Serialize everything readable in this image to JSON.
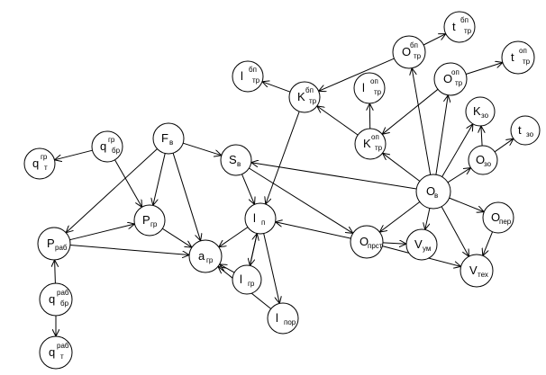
{
  "diagram": {
    "nodes": [
      {
        "id": "q_gr_t",
        "base": "q",
        "sup": "гр",
        "sub": "т"
      },
      {
        "id": "q_gr_br",
        "base": "q",
        "sup": "гр",
        "sub": "бр"
      },
      {
        "id": "F_v",
        "base": "F",
        "sup": "",
        "sub": "в"
      },
      {
        "id": "S_v",
        "base": "S",
        "sup": "",
        "sub": "в"
      },
      {
        "id": "P_rab",
        "base": "P",
        "sup": "",
        "sub": "раб"
      },
      {
        "id": "P_gr",
        "base": "P",
        "sup": "",
        "sub": "гр"
      },
      {
        "id": "a_gr",
        "base": "a",
        "sup": "",
        "sub": "гр"
      },
      {
        "id": "l_n",
        "base": "l",
        "sup": "",
        "sub": "п"
      },
      {
        "id": "l_gr",
        "base": "l",
        "sup": "",
        "sub": "гр"
      },
      {
        "id": "l_por",
        "base": "l",
        "sup": "",
        "sub": "пор"
      },
      {
        "id": "q_rab_br",
        "base": "q",
        "sup": "раб",
        "sub": "бр"
      },
      {
        "id": "q_rab_t",
        "base": "q",
        "sup": "раб",
        "sub": "т"
      },
      {
        "id": "l_bp_tr",
        "base": "l",
        "sup": "бп",
        "sub": "тр"
      },
      {
        "id": "K_bp_tr",
        "base": "K",
        "sup": "бп",
        "sub": "тр"
      },
      {
        "id": "O_bp_tr",
        "base": "O",
        "sup": "бп",
        "sub": "тр"
      },
      {
        "id": "t_bp_tr",
        "base": "t",
        "sup": "бп",
        "sub": "тр"
      },
      {
        "id": "O_op_tr",
        "base": "O",
        "sup": "оп",
        "sub": "тр"
      },
      {
        "id": "t_op_tr",
        "base": "t",
        "sup": "оп",
        "sub": "тр"
      },
      {
        "id": "l_op_tr",
        "base": "l",
        "sup": "оп",
        "sub": "тр"
      },
      {
        "id": "K_op_tr",
        "base": "K",
        "sup": "оп",
        "sub": "тр"
      },
      {
        "id": "K_zo",
        "base": "K",
        "sup": "",
        "sub": "зо"
      },
      {
        "id": "t_zo",
        "base": "t",
        "sup": "",
        "sub": "зо"
      },
      {
        "id": "O_zo",
        "base": "O",
        "sup": "",
        "sub": "зо"
      },
      {
        "id": "O_v",
        "base": "O",
        "sup": "",
        "sub": "в"
      },
      {
        "id": "O_per",
        "base": "O",
        "sup": "",
        "sub": "пер"
      },
      {
        "id": "O_prst",
        "base": "O",
        "sup": "",
        "sub": "прст"
      },
      {
        "id": "V_ym",
        "base": "V",
        "sup": "",
        "sub": "ум"
      },
      {
        "id": "V_tex",
        "base": "V",
        "sup": "",
        "sub": "тех"
      }
    ],
    "edges": [
      {
        "from": "q_gr_br",
        "to": "q_gr_t"
      },
      {
        "from": "q_gr_br",
        "to": "P_gr"
      },
      {
        "from": "F_v",
        "to": "P_rab"
      },
      {
        "from": "F_v",
        "to": "P_gr"
      },
      {
        "from": "F_v",
        "to": "a_gr"
      },
      {
        "from": "F_v",
        "to": "S_v"
      },
      {
        "from": "P_rab",
        "to": "P_gr"
      },
      {
        "from": "P_rab",
        "to": "a_gr"
      },
      {
        "from": "P_gr",
        "to": "a_gr"
      },
      {
        "from": "q_rab_br",
        "to": "P_rab"
      },
      {
        "from": "q_rab_br",
        "to": "q_rab_t"
      },
      {
        "from": "S_v",
        "to": "l_n"
      },
      {
        "from": "S_v",
        "to": "O_prst"
      },
      {
        "from": "O_v",
        "to": "S_v"
      },
      {
        "from": "l_n",
        "to": "a_gr"
      },
      {
        "from": "l_n",
        "to": "l_gr"
      },
      {
        "from": "l_gr",
        "to": "l_n"
      },
      {
        "from": "l_n",
        "to": "l_por"
      },
      {
        "from": "l_gr",
        "to": "a_gr"
      },
      {
        "from": "l_por",
        "to": "a_gr"
      },
      {
        "from": "K_bp_tr",
        "to": "l_bp_tr"
      },
      {
        "from": "K_bp_tr",
        "to": "l_n"
      },
      {
        "from": "O_bp_tr",
        "to": "K_bp_tr"
      },
      {
        "from": "O_bp_tr",
        "to": "t_bp_tr"
      },
      {
        "from": "O_v",
        "to": "O_bp_tr"
      },
      {
        "from": "O_op_tr",
        "to": "t_op_tr"
      },
      {
        "from": "O_op_tr",
        "to": "K_op_tr"
      },
      {
        "from": "O_v",
        "to": "O_op_tr"
      },
      {
        "from": "K_op_tr",
        "to": "l_op_tr"
      },
      {
        "from": "K_op_tr",
        "to": "K_bp_tr"
      },
      {
        "from": "O_v",
        "to": "K_op_tr"
      },
      {
        "from": "O_v",
        "to": "K_zo"
      },
      {
        "from": "O_v",
        "to": "O_zo"
      },
      {
        "from": "O_zo",
        "to": "K_zo"
      },
      {
        "from": "O_zo",
        "to": "t_zo"
      },
      {
        "from": "O_v",
        "to": "O_per"
      },
      {
        "from": "O_v",
        "to": "O_prst"
      },
      {
        "from": "O_v",
        "to": "V_ym"
      },
      {
        "from": "O_v",
        "to": "V_tex"
      },
      {
        "from": "O_prst",
        "to": "l_n"
      },
      {
        "from": "O_prst",
        "to": "V_ym"
      },
      {
        "from": "O_prst",
        "to": "V_tex"
      },
      {
        "from": "O_per",
        "to": "V_tex"
      }
    ]
  }
}
